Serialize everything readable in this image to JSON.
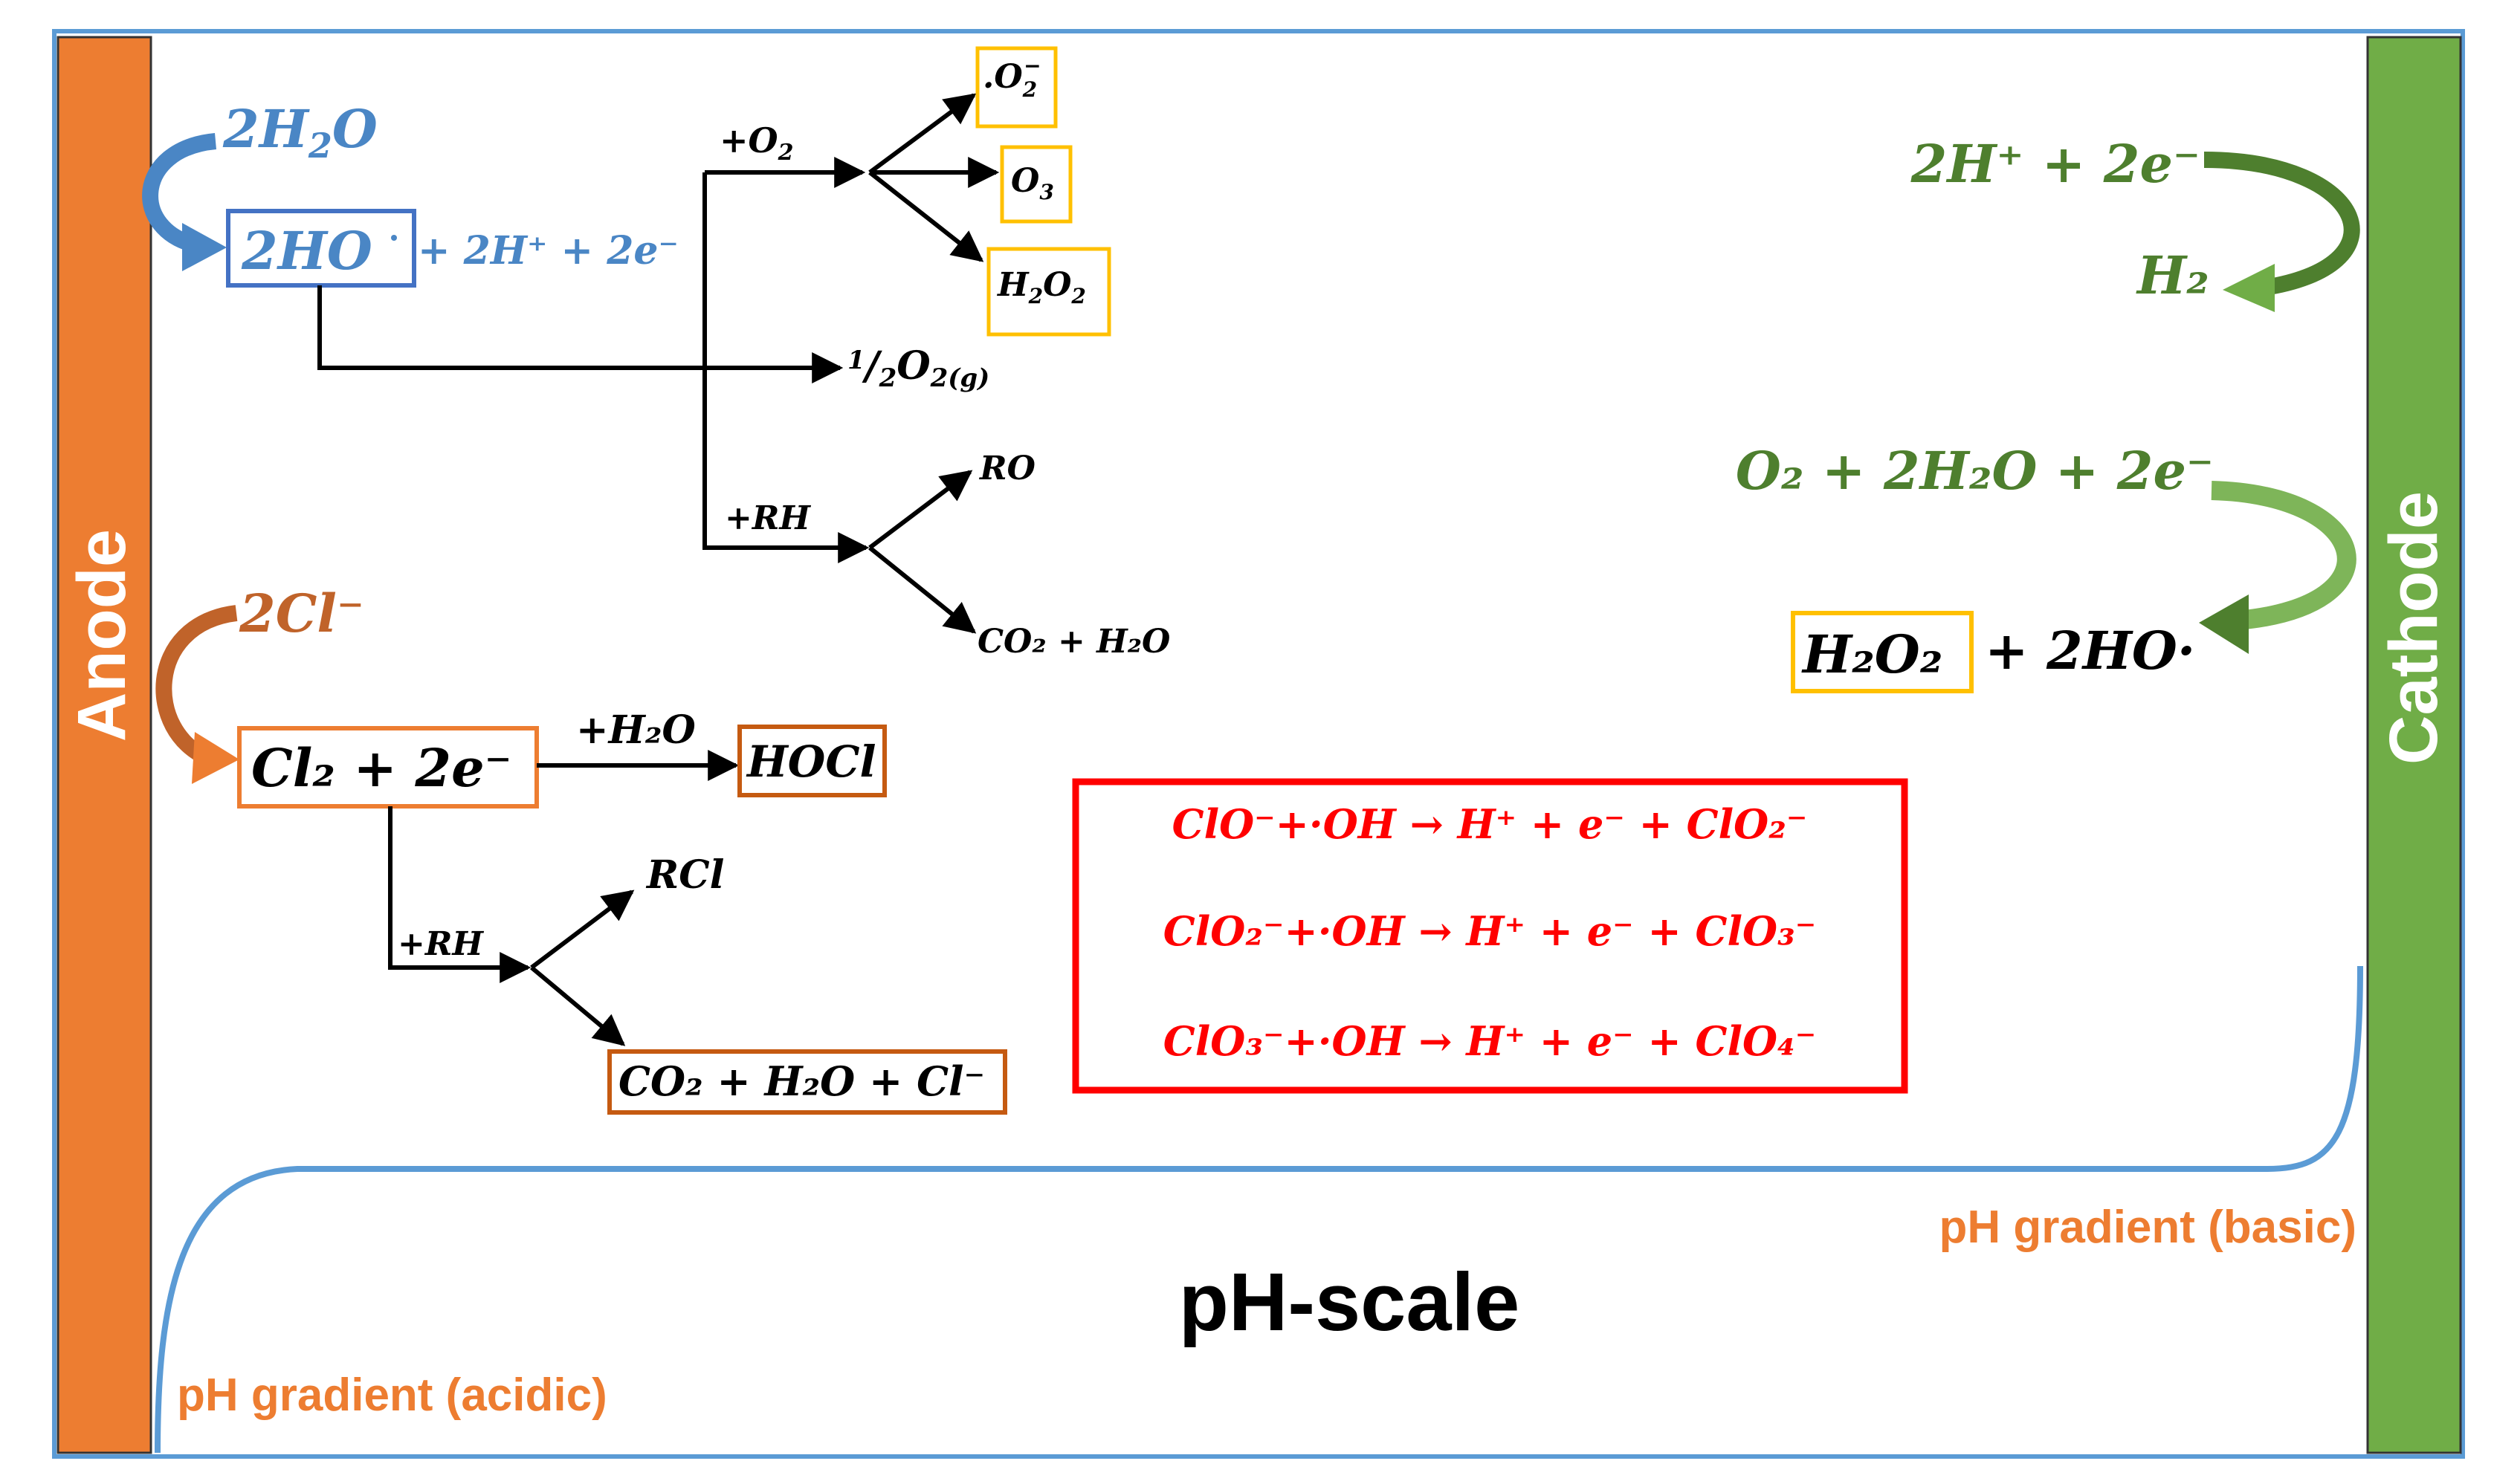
{
  "electrodes": {
    "anode_label": "Anode",
    "cathode_label": "Cathode",
    "anode_color": "#ED7D31",
    "cathode_color": "#70AD47"
  },
  "anode_water": {
    "reactant": [
      "2H",
      "2",
      "O"
    ],
    "product_radical": "2HO",
    "product_rest": "+ 2H⁺ + 2e⁻",
    "color": "#4A86C5"
  },
  "radical_branches": {
    "o2_label": [
      "+O",
      "2"
    ],
    "products_o2": [
      {
        "name": "superoxide",
        "parts": [
          ".O",
          "2",
          "−"
        ]
      },
      {
        "name": "ozone",
        "parts": [
          "O",
          "3"
        ]
      },
      {
        "name": "hydrogen-peroxide",
        "parts": [
          "H",
          "2",
          "O",
          "2"
        ]
      }
    ],
    "oxygen_gas": [
      "1",
      "/",
      "2",
      "O",
      "2(g)"
    ],
    "rh_label": "+RH",
    "products_rh": [
      "RO",
      "CO₂ + H₂O"
    ]
  },
  "chloride": {
    "reactant": "2Cl⁻",
    "product": "Cl₂ + 2e⁻",
    "h2o_label": "+H₂O",
    "hocl": "HOCl",
    "rh_label": "+RH",
    "rcl": "RCl",
    "mineralization": "CO₂ + H₂O + Cl⁻",
    "color": "#C0632A"
  },
  "chlorine_reactions": {
    "color": "#FF0000",
    "lines": [
      "ClO⁻+·OH → H⁺ + e⁻ + ClO₂⁻",
      "ClO₂⁻+·OH → H⁺ + e⁻ + ClO₃⁻",
      "ClO₃⁻+·OH → H⁺ + e⁻ + ClO₄⁻"
    ]
  },
  "cathode_reactions": {
    "h2_reactant": "2H⁺ + 2e⁻",
    "h2_product": "H₂",
    "o2_reactant": "O₂ + 2H₂O + 2e⁻",
    "h2o2_product": "H₂O₂",
    "h2o2_rest": "+ 2HO·",
    "color": "#4E7F2E"
  },
  "ph": {
    "scale_label": "pH-scale",
    "acidic_label": "pH gradient (acidic)",
    "basic_label": "pH gradient (basic)",
    "curve_color": "#5B9BD5",
    "label_color": "#ED7D31"
  },
  "highlight_colors": {
    "yellow_box": "#FFC000",
    "blue_box": "#4472C4",
    "orange_box": "#ED7D31",
    "brown_box": "#C55A11",
    "black": "#000000"
  }
}
